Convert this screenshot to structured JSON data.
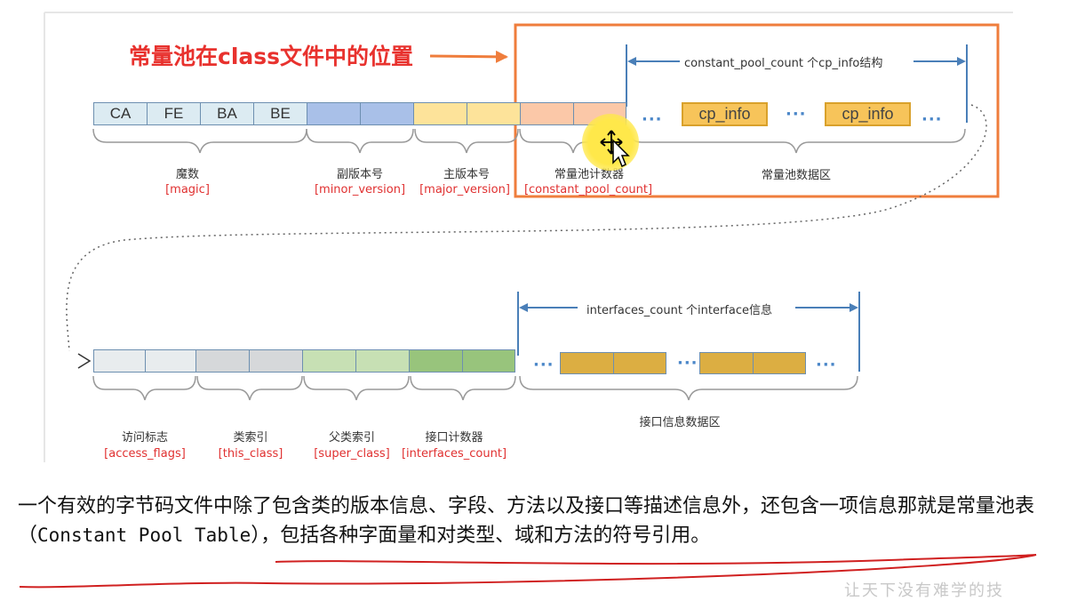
{
  "title": "常量池在class文件中的位置",
  "top_row": {
    "magic_bytes": [
      "CA",
      "FE",
      "BA",
      "BE"
    ],
    "cp_info_label": "cp_info",
    "ellipsis": "···",
    "span_label": "constant_pool_count 个cp_info结构",
    "pool_area_label": "常量池数据区",
    "groups": [
      {
        "name": "魔数",
        "field": "[magic]"
      },
      {
        "name": "副版本号",
        "field": "[minor_version]"
      },
      {
        "name": "主版本号",
        "field": "[major_version]"
      },
      {
        "name": "常量池计数器",
        "field": "[constant_pool_count]"
      }
    ]
  },
  "bottom_row": {
    "span_label": "interfaces_count 个interface信息",
    "area_label": "接口信息数据区",
    "ellipsis": "···",
    "groups": [
      {
        "name": "访问标志",
        "field": "[access_flags]"
      },
      {
        "name": "类索引",
        "field": "[this_class]"
      },
      {
        "name": "父类索引",
        "field": "[super_class]"
      },
      {
        "name": "接口计数器",
        "field": "[interfaces_count]"
      }
    ]
  },
  "paragraph": {
    "part1": "一个有效的字节码文件中除了包含类的版本信息、字段、方法以及接口等描述信息外，还包含一项信息那就是常量池表（",
    "code": "Constant Pool Table",
    "part2": "），包括各种字面量和对类型、域和方法的符号引用。"
  },
  "watermark": "让天下没有难学的技",
  "colors": {
    "title_red": "#e8322e",
    "highlight_orange": "#ef7d3c",
    "arrow_blue": "#4a7fb8",
    "magic_fill": "#dcebf2",
    "minor_fill": "#a9c0e8",
    "major_fill": "#fde39a",
    "cpcount_fill": "#fbc8a8",
    "cpinfo_fill": "#f7c45a",
    "access_fill": "#e8ecee",
    "thisclass_fill": "#d6d8da",
    "superclass_fill": "#c7e0b4",
    "ifcount_fill": "#98c47c",
    "interface_fill": "#dcae42",
    "underline_red": "#d02020"
  }
}
